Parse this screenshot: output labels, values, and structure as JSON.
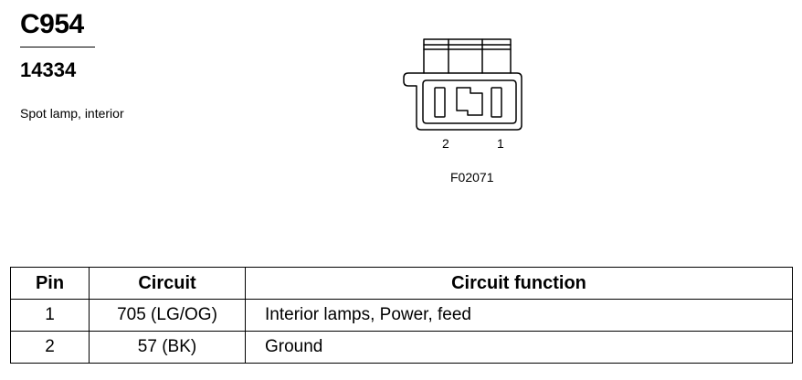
{
  "header": {
    "connector_id": "C954",
    "part_number": "14334",
    "description": "Spot lamp, interior"
  },
  "diagram": {
    "pin_labels": [
      "2",
      "1"
    ],
    "figure_id": "F02071"
  },
  "table": {
    "headers": {
      "pin": "Pin",
      "circuit": "Circuit",
      "function": "Circuit function"
    },
    "rows": [
      {
        "pin": "1",
        "circuit": "705 (LG/OG)",
        "function": "Interior lamps, Power, feed"
      },
      {
        "pin": "2",
        "circuit": "57 (BK)",
        "function": "Ground"
      }
    ]
  }
}
